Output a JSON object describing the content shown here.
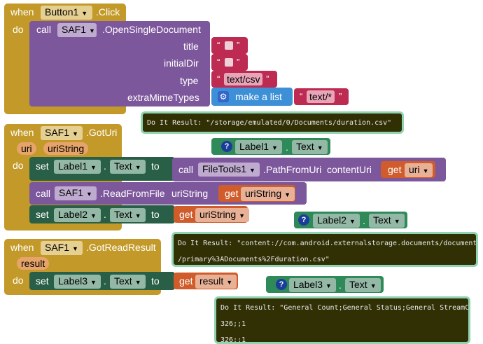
{
  "event1": {
    "when": "when",
    "component": "Button1",
    "event": ".Click",
    "do": "do",
    "call_keyword": "call",
    "call_component": "SAF1",
    "call_method": ".OpenSingleDocument",
    "args": {
      "title": "title",
      "initialDir": "initialDir",
      "type": "type",
      "extraMimeTypes": "extraMimeTypes"
    },
    "type_value": "text/csv",
    "make_list": "make a list",
    "mime_value": "text/*",
    "result": "Do It Result: \"/storage/emulated/0/Documents/duration.csv\""
  },
  "label1_getter": {
    "component": "Label1",
    "property": "Text"
  },
  "event2": {
    "when": "when",
    "component": "SAF1",
    "event": ".GotUri",
    "params": [
      "uri",
      "uriString"
    ],
    "do": "do",
    "row1": {
      "set": "set",
      "component": "Label1",
      "property": "Text",
      "to": "to",
      "call": "call",
      "call_component": "FileTools1",
      "call_method": ".PathFromUri",
      "arg_name": "contentUri",
      "get": "get",
      "get_var": "uri"
    },
    "row2": {
      "call": "call",
      "component": "SAF1",
      "method": ".ReadFromFile",
      "arg_name": "uriString",
      "get": "get",
      "get_var": "uriString"
    },
    "row3": {
      "set": "set",
      "component": "Label2",
      "property": "Text",
      "to": "to",
      "get": "get",
      "get_var": "uriString"
    }
  },
  "label2_getter": {
    "component": "Label2",
    "property": "Text"
  },
  "result2": {
    "line1": "Do It Result: \"content://com.android.externalstorage.documents/document",
    "line2": "/primary%3ADocuments%2Fduration.csv\""
  },
  "event3": {
    "when": "when",
    "component": "SAF1",
    "event": ".GotReadResult",
    "param": "result",
    "do": "do",
    "row": {
      "set": "set",
      "component": "Label3",
      "property": "Text",
      "to": "to",
      "get": "get",
      "get_var": "result"
    }
  },
  "label3_getter": {
    "component": "Label3",
    "property": "Text"
  },
  "result3": {
    "line1": "Do It Result: \"General Count;General Status;General StreamCount",
    "line2": "326;;1",
    "line3": "326;;1"
  }
}
